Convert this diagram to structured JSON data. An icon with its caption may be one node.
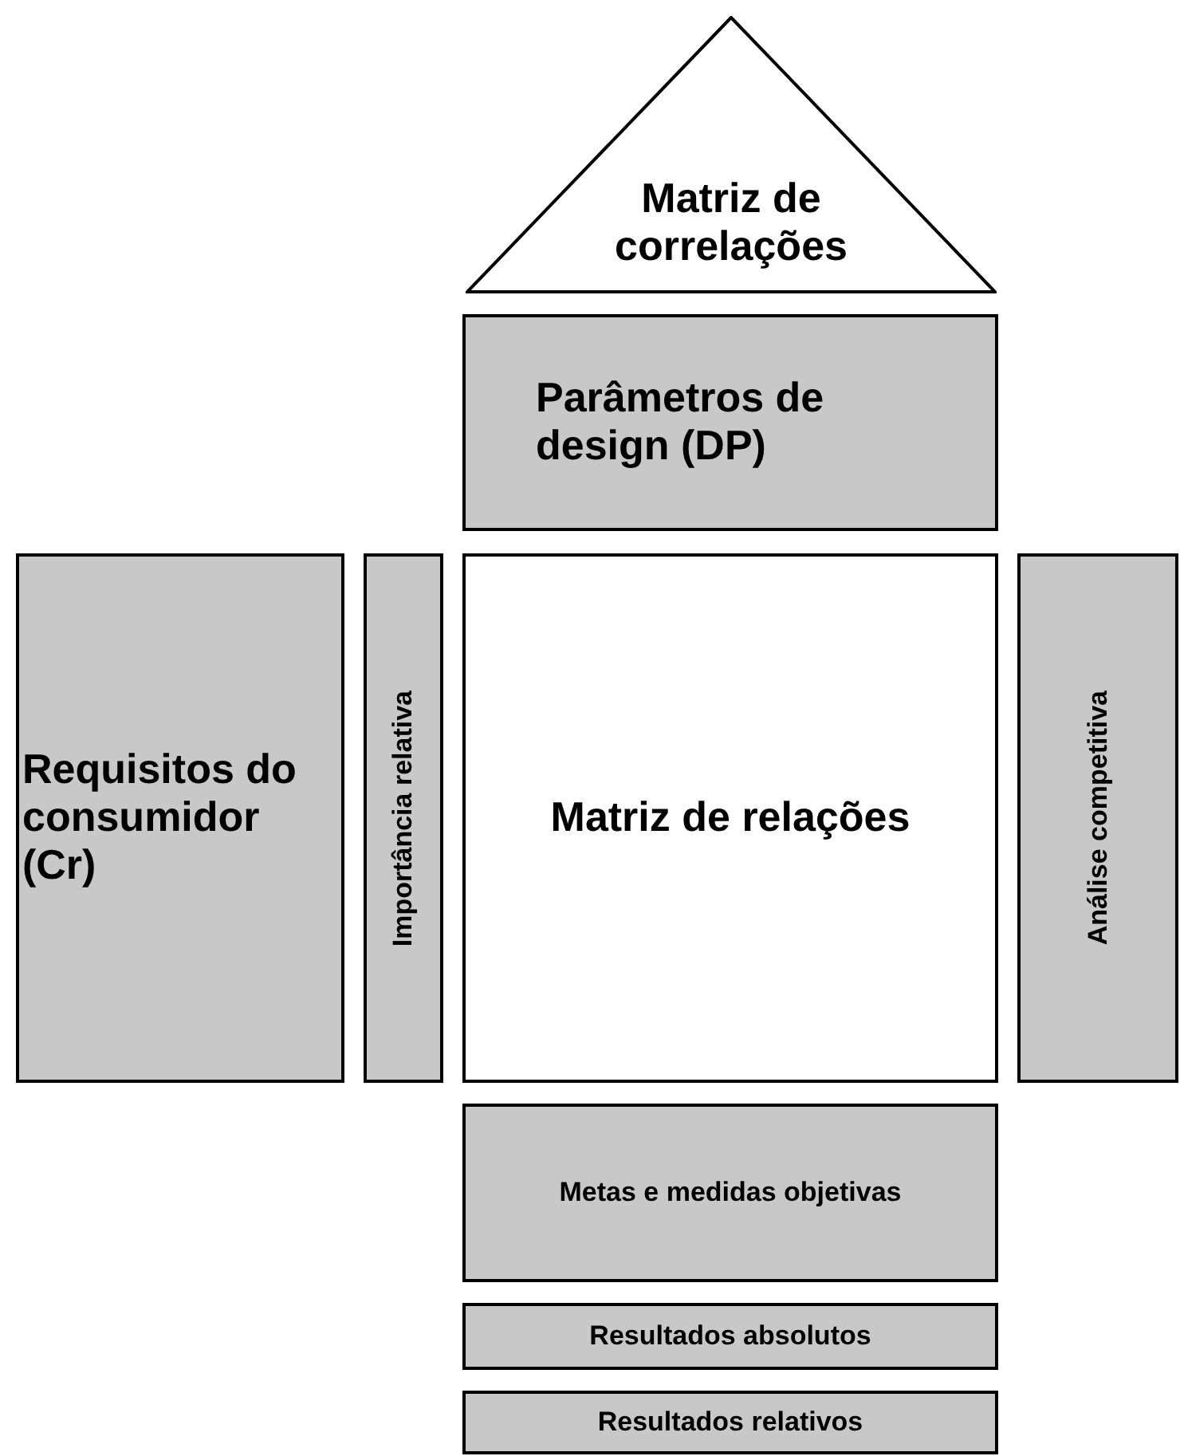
{
  "diagram": {
    "nodes": [
      {
        "text": [
          "Matriz de correlações"
        ]
      },
      {
        "text": [
          "Parâmetros de design (DP)"
        ]
      },
      {
        "text": [
          "Requisitos do consumidor (Cr)"
        ]
      },
      {
        "text": [
          "Importância relativa"
        ]
      },
      {
        "text": [
          "Matriz de relações"
        ]
      },
      {
        "text": [
          "Análise competitiva"
        ]
      },
      {
        "text": [
          "Metas e medidas objetivas"
        ]
      },
      {
        "text": [
          "Resultados absolutos"
        ]
      },
      {
        "text": [
          "Resultados relativos"
        ]
      }
    ]
  }
}
